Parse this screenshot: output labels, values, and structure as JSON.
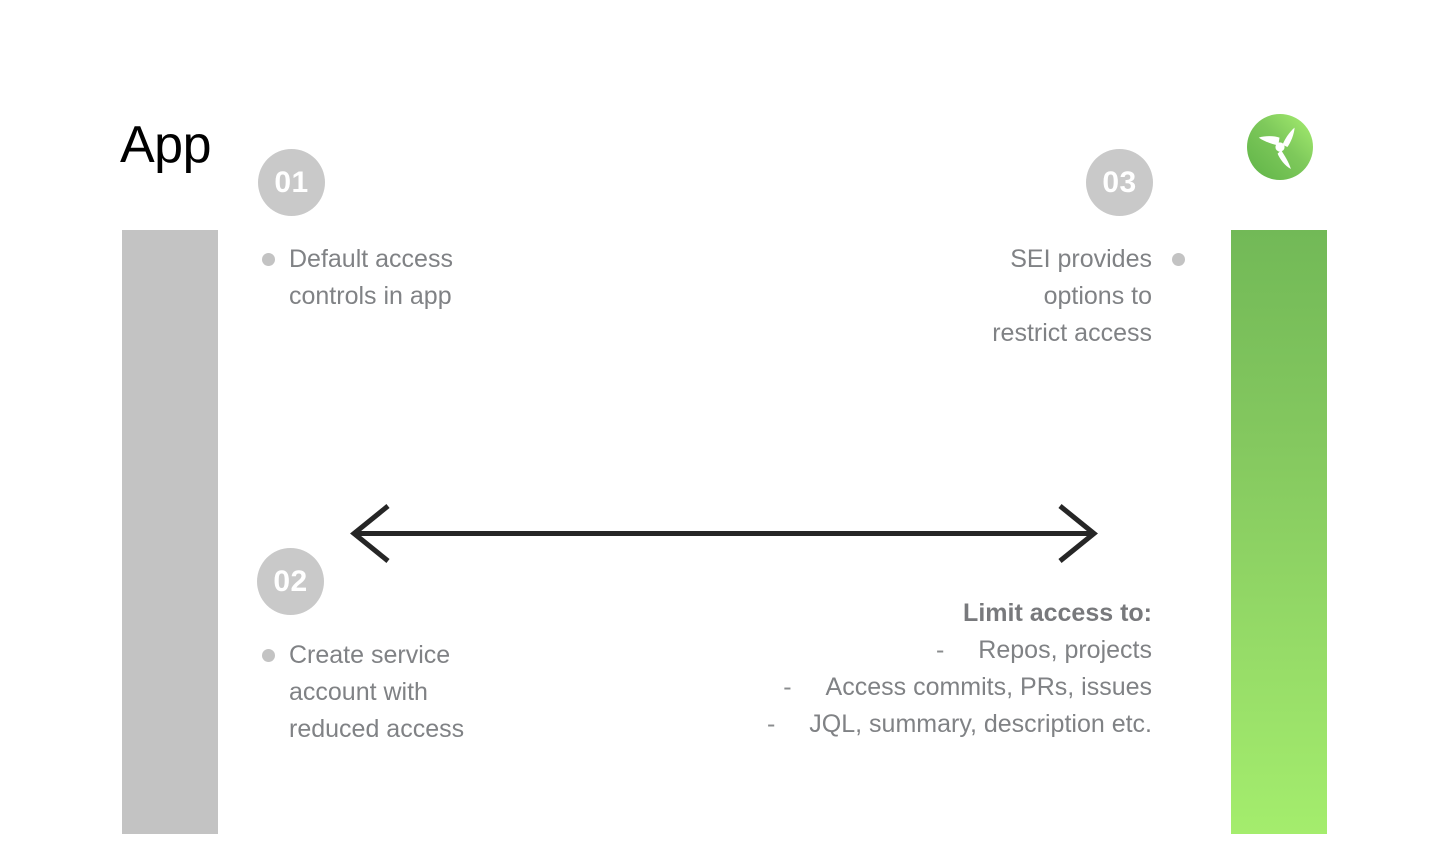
{
  "slide": {
    "title": "App",
    "brand_logo_name": "sei-propeller-logo",
    "colors": {
      "left_bar": "#c3c3c3",
      "right_bar_top": "#72b957",
      "right_bar_bottom": "#a4ed6d",
      "circle": "#c9c9c9",
      "text": "#808285",
      "arrow": "#262626",
      "title": "#000000"
    }
  },
  "steps": [
    {
      "number": "01",
      "lines": [
        "Default access",
        "controls in app"
      ],
      "align": "left"
    },
    {
      "number": "02",
      "lines": [
        "Create service",
        "account with",
        "reduced access"
      ],
      "align": "left"
    },
    {
      "number": "03",
      "lines": [
        "SEI provides",
        "options to",
        "restrict access"
      ],
      "align": "right"
    }
  ],
  "limit_access": {
    "heading": "Limit access to:",
    "dash": "-",
    "items": [
      "Repos, projects",
      "Access commits, PRs, issues",
      "JQL, summary, description etc."
    ]
  }
}
